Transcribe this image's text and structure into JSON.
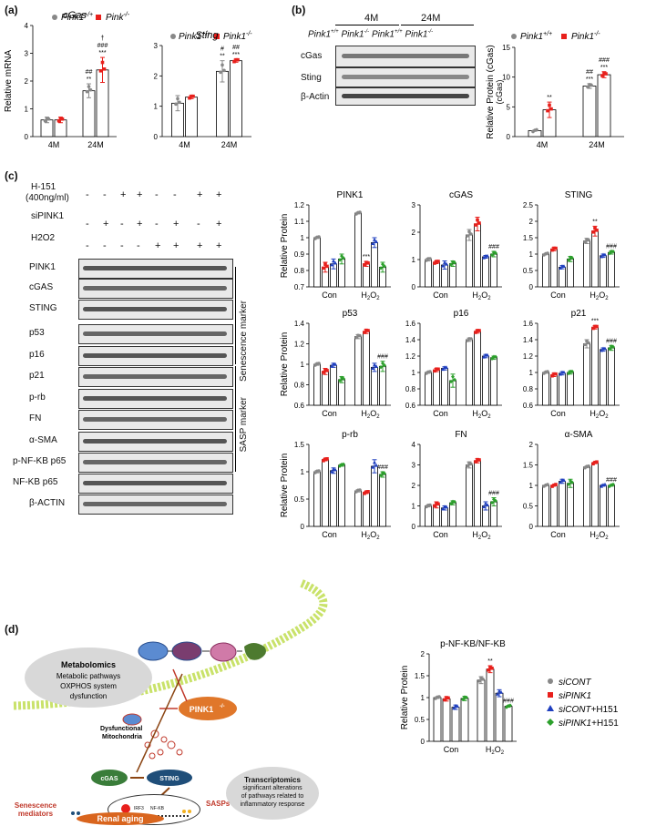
{
  "panels": {
    "a": "(a)",
    "b": "(b)",
    "c": "(c)",
    "d": "(d)"
  },
  "colors": {
    "grey": "#888888",
    "red": "#e8201c",
    "blue": "#1f3fbf",
    "green": "#2ca02c"
  },
  "panel_a": {
    "ylabel": "Relative mRNA",
    "legend_wt": "Pink1",
    "legend_wt_sup": "+/+",
    "legend_ko": "Pink",
    "legend_ko_sup": "-/-",
    "sting_legend_wt": "Pink1",
    "sting_legend_wt_sup": "+/+",
    "sting_legend_ko": "Pink1",
    "sting_legend_ko_sup": "-/-"
  },
  "panel_b": {
    "group_4m": "4M",
    "group_24m": "24M",
    "lane_labels": [
      "Pink1",
      "Pink1",
      "Pink1",
      "Pink1"
    ],
    "lane_sups": [
      "+/+",
      "-/-",
      "+/+",
      "-/-"
    ],
    "rows": [
      "cGas",
      "Sting",
      "β-Actin"
    ],
    "chart_ylabel": "Relative Protein",
    "chart_ylabel2": "(cGas)",
    "legend_wt": "Pink1",
    "legend_wt_sup": "+/+",
    "legend_ko": "Pink1",
    "legend_ko_sup": "-/-"
  },
  "panel_c_blot": {
    "treatments": [
      {
        "label": "H-151",
        "label2": "(400ng/ml)",
        "signs": [
          "-",
          "-",
          "+",
          "+",
          "-",
          "-",
          "+",
          "+"
        ]
      },
      {
        "label": "siPINK1",
        "signs": [
          "-",
          "+",
          "-",
          "+",
          "-",
          "+",
          "-",
          "+"
        ]
      },
      {
        "label": "H2O2",
        "signs": [
          "-",
          "-",
          "-",
          "-",
          "+",
          "+",
          "+",
          "+"
        ]
      }
    ],
    "rows": [
      "PINK1",
      "cGAS",
      "STING",
      "p53",
      "p16",
      "p21",
      "p-rb",
      "FN",
      "α-SMA",
      "p-NF-KB p65",
      "NF-KB p65",
      "β-ACTIN"
    ],
    "bracket_senescence": "Senescence marker",
    "bracket_sasp": "SASP marker"
  },
  "panel_c_ylabel": "Relative Protein",
  "legend_c": [
    {
      "name": "siCONT",
      "extra": ""
    },
    {
      "name": "siPINK1",
      "extra": ""
    },
    {
      "name": "siCONT",
      "extra": "+H151"
    },
    {
      "name": "siPINK1",
      "extra": "+H151"
    }
  ],
  "diagram": {
    "metabolomics_title": "Metabolomics",
    "metabolomics_lines": [
      "Metabolic pathways",
      "OXPHOS system",
      "dysfunction"
    ],
    "pink1": "PINK1",
    "pink1_sup": "-/-",
    "dysfunctional": [
      "Dysfunctional",
      "Mitochondria"
    ],
    "cgas": "cGAS",
    "sting": "STING",
    "irf3": "IRF3",
    "nfkb": "NF-KB",
    "transcriptomics_title": "Transcriptomics",
    "transcriptomics_lines": [
      "significant alterations",
      "of pathways related to",
      "inflammatory response"
    ],
    "senescence": [
      "Senescence",
      "mediators"
    ],
    "sasps": "SASPs",
    "renal": "Renal aging"
  },
  "chart_data": [
    {
      "id": "a_cgas",
      "type": "bar",
      "title": "cGas",
      "ylabel": "Relative mRNA",
      "categories": [
        "4M",
        "24M"
      ],
      "ylim": [
        0,
        4
      ],
      "yticks": [
        0,
        1,
        2,
        3,
        4
      ],
      "series": [
        {
          "color": "grey",
          "values": [
            0.6,
            1.65
          ],
          "errors": [
            0.1,
            0.25
          ]
        },
        {
          "color": "red",
          "values": [
            0.6,
            2.4
          ],
          "errors": [
            0.1,
            0.45
          ]
        }
      ],
      "annotations": [
        {
          "cat": 1,
          "series": 0,
          "lines": [
            "##",
            "**"
          ]
        },
        {
          "cat": 1,
          "series": 1,
          "lines": [
            "†",
            "###",
            "***"
          ]
        }
      ]
    },
    {
      "id": "a_sting",
      "type": "bar",
      "title": "Sting",
      "categories": [
        "4M",
        "24M"
      ],
      "ylim": [
        0,
        3
      ],
      "yticks": [
        0,
        1,
        2,
        3
      ],
      "series": [
        {
          "color": "grey",
          "values": [
            1.1,
            2.15
          ],
          "errors": [
            0.25,
            0.35
          ]
        },
        {
          "color": "red",
          "values": [
            1.3,
            2.5
          ],
          "errors": [
            0.05,
            0.05
          ]
        }
      ],
      "annotations": [
        {
          "cat": 1,
          "series": 0,
          "lines": [
            "#",
            "**"
          ]
        },
        {
          "cat": 1,
          "series": 1,
          "lines": [
            "##",
            "***"
          ]
        }
      ]
    },
    {
      "id": "b_cgas",
      "type": "bar",
      "ylabel": "Relative Protein (cGas)",
      "categories": [
        "4M",
        "24M"
      ],
      "ylim": [
        0,
        15
      ],
      "yticks": [
        0,
        5,
        10,
        15
      ],
      "series": [
        {
          "color": "grey",
          "values": [
            1.0,
            8.5
          ],
          "errors": [
            0.1,
            0.4
          ]
        },
        {
          "color": "red",
          "values": [
            4.5,
            10.4
          ],
          "errors": [
            1.3,
            0.5
          ]
        }
      ],
      "annotations": [
        {
          "cat": 0,
          "series": 1,
          "lines": [
            "**"
          ]
        },
        {
          "cat": 1,
          "series": 0,
          "lines": [
            "##",
            "***"
          ]
        },
        {
          "cat": 1,
          "series": 1,
          "lines": [
            "###",
            "***"
          ]
        }
      ]
    },
    {
      "id": "c_pink1",
      "type": "bar",
      "title": "PINK1",
      "ylabel": "Relative Protein",
      "categories": [
        "Con",
        "H2O2"
      ],
      "ylim": [
        0.7,
        1.2
      ],
      "yticks": [
        0.7,
        0.8,
        0.9,
        1.0,
        1.1,
        1.2
      ],
      "series": [
        {
          "name": "siCONT",
          "color": "grey",
          "values": [
            1.0,
            1.15
          ],
          "errors": [
            0.005,
            0.005
          ]
        },
        {
          "name": "siPINK1",
          "color": "red",
          "values": [
            0.82,
            0.84
          ],
          "errors": [
            0.03,
            0.015
          ]
        },
        {
          "name": "siCONT+H151",
          "color": "blue",
          "values": [
            0.84,
            0.97
          ],
          "errors": [
            0.03,
            0.03
          ]
        },
        {
          "name": "siPINK1+H151",
          "color": "green",
          "values": [
            0.87,
            0.82
          ],
          "errors": [
            0.03,
            0.03
          ]
        }
      ],
      "annotations": [
        {
          "cat": 1,
          "series": 1,
          "lines": [
            "***"
          ]
        }
      ]
    },
    {
      "id": "c_cgas",
      "type": "bar",
      "title": "cGAS",
      "categories": [
        "Con",
        "H2O2"
      ],
      "ylim": [
        0,
        3
      ],
      "yticks": [
        0,
        1,
        2,
        3
      ],
      "series": [
        {
          "color": "grey",
          "values": [
            1.0,
            1.9
          ],
          "errors": [
            0.05,
            0.2
          ]
        },
        {
          "color": "red",
          "values": [
            0.9,
            2.3
          ],
          "errors": [
            0.05,
            0.25
          ]
        },
        {
          "color": "blue",
          "values": [
            0.8,
            1.1
          ],
          "errors": [
            0.15,
            0.05
          ]
        },
        {
          "color": "green",
          "values": [
            0.85,
            1.2
          ],
          "errors": [
            0.1,
            0.1
          ]
        }
      ],
      "annotations": [
        {
          "cat": 1,
          "series": 3,
          "lines": [
            "###"
          ]
        }
      ]
    },
    {
      "id": "c_sting",
      "type": "bar",
      "title": "STING",
      "categories": [
        "Con",
        "H2O2"
      ],
      "ylim": [
        0,
        2.5
      ],
      "yticks": [
        0,
        0.5,
        1.0,
        1.5,
        2.0,
        2.5
      ],
      "series": [
        {
          "color": "grey",
          "values": [
            1.0,
            1.4
          ],
          "errors": [
            0.02,
            0.08
          ]
        },
        {
          "color": "red",
          "values": [
            1.15,
            1.7
          ],
          "errors": [
            0.05,
            0.15
          ]
        },
        {
          "color": "blue",
          "values": [
            0.6,
            0.95
          ],
          "errors": [
            0.05,
            0.05
          ]
        },
        {
          "color": "green",
          "values": [
            0.85,
            1.05
          ],
          "errors": [
            0.08,
            0.05
          ]
        }
      ],
      "annotations": [
        {
          "cat": 1,
          "series": 1,
          "lines": [
            "**"
          ]
        },
        {
          "cat": 1,
          "series": 3,
          "lines": [
            "###"
          ]
        }
      ]
    },
    {
      "id": "c_p53",
      "type": "bar",
      "title": "p53",
      "ylabel": "Relative Protein",
      "categories": [
        "Con",
        "H2O2"
      ],
      "ylim": [
        0.6,
        1.4
      ],
      "yticks": [
        0.6,
        0.8,
        1.0,
        1.2,
        1.4
      ],
      "series": [
        {
          "color": "grey",
          "values": [
            1.0,
            1.27
          ],
          "errors": [
            0.01,
            0.02
          ]
        },
        {
          "color": "red",
          "values": [
            0.93,
            1.32
          ],
          "errors": [
            0.03,
            0.02
          ]
        },
        {
          "color": "blue",
          "values": [
            0.99,
            0.97
          ],
          "errors": [
            0.02,
            0.04
          ]
        },
        {
          "color": "green",
          "values": [
            0.85,
            0.98
          ],
          "errors": [
            0.03,
            0.05
          ]
        }
      ],
      "annotations": [
        {
          "cat": 1,
          "series": 3,
          "lines": [
            "###"
          ]
        }
      ]
    },
    {
      "id": "c_p16",
      "type": "bar",
      "title": "p16",
      "categories": [
        "Con",
        "H2O2"
      ],
      "ylim": [
        0.6,
        1.6
      ],
      "yticks": [
        0.6,
        0.8,
        1.0,
        1.2,
        1.4,
        1.6
      ],
      "series": [
        {
          "color": "grey",
          "values": [
            1.0,
            1.4
          ],
          "errors": [
            0.01,
            0.02
          ]
        },
        {
          "color": "red",
          "values": [
            1.03,
            1.5
          ],
          "errors": [
            0.02,
            0.02
          ]
        },
        {
          "color": "blue",
          "values": [
            1.05,
            1.2
          ],
          "errors": [
            0.02,
            0.02
          ]
        },
        {
          "color": "green",
          "values": [
            0.9,
            1.18
          ],
          "errors": [
            0.08,
            0.02
          ]
        }
      ],
      "annotations": []
    },
    {
      "id": "c_p21",
      "type": "bar",
      "title": "p21",
      "categories": [
        "Con",
        "H2O2"
      ],
      "ylim": [
        0.6,
        1.6
      ],
      "yticks": [
        0.6,
        0.8,
        1.0,
        1.2,
        1.4,
        1.6
      ],
      "series": [
        {
          "color": "grey",
          "values": [
            1.0,
            1.35
          ],
          "errors": [
            0.01,
            0.05
          ]
        },
        {
          "color": "red",
          "values": [
            0.97,
            1.55
          ],
          "errors": [
            0.02,
            0.02
          ]
        },
        {
          "color": "blue",
          "values": [
            0.99,
            1.28
          ],
          "errors": [
            0.02,
            0.02
          ]
        },
        {
          "color": "green",
          "values": [
            1.0,
            1.3
          ],
          "errors": [
            0.02,
            0.03
          ]
        }
      ],
      "annotations": [
        {
          "cat": 1,
          "series": 1,
          "lines": [
            "***"
          ]
        },
        {
          "cat": 1,
          "series": 3,
          "lines": [
            "###"
          ]
        }
      ]
    },
    {
      "id": "c_prb",
      "type": "bar",
      "title": "p-rb",
      "ylabel": "Relative Protein",
      "categories": [
        "Con",
        "H2O2"
      ],
      "ylim": [
        0,
        1.5
      ],
      "yticks": [
        0,
        0.5,
        1.0,
        1.5
      ],
      "series": [
        {
          "color": "grey",
          "values": [
            1.0,
            0.65
          ],
          "errors": [
            0.02,
            0.02
          ]
        },
        {
          "color": "red",
          "values": [
            1.22,
            0.62
          ],
          "errors": [
            0.02,
            0.02
          ]
        },
        {
          "color": "blue",
          "values": [
            1.02,
            1.1
          ],
          "errors": [
            0.05,
            0.12
          ]
        },
        {
          "color": "green",
          "values": [
            1.12,
            0.95
          ],
          "errors": [
            0.02,
            0.05
          ]
        }
      ],
      "annotations": [
        {
          "cat": 1,
          "series": 3,
          "lines": [
            "###"
          ]
        }
      ]
    },
    {
      "id": "c_fn",
      "type": "bar",
      "title": "FN",
      "categories": [
        "Con",
        "H2O2"
      ],
      "ylim": [
        0,
        4
      ],
      "yticks": [
        0,
        1,
        2,
        3,
        4
      ],
      "series": [
        {
          "color": "grey",
          "values": [
            1.0,
            3.0
          ],
          "errors": [
            0.05,
            0.15
          ]
        },
        {
          "color": "red",
          "values": [
            1.05,
            3.2
          ],
          "errors": [
            0.15,
            0.1
          ]
        },
        {
          "color": "blue",
          "values": [
            0.9,
            1.0
          ],
          "errors": [
            0.1,
            0.2
          ]
        },
        {
          "color": "green",
          "values": [
            1.15,
            1.2
          ],
          "errors": [
            0.1,
            0.2
          ]
        }
      ],
      "annotations": [
        {
          "cat": 1,
          "series": 3,
          "lines": [
            "###"
          ]
        }
      ]
    },
    {
      "id": "c_asma",
      "type": "bar",
      "title": "α-SMA",
      "categories": [
        "Con",
        "H2O2"
      ],
      "ylim": [
        0,
        2.0
      ],
      "yticks": [
        0,
        0.5,
        1.0,
        1.5,
        2.0
      ],
      "series": [
        {
          "color": "grey",
          "values": [
            1.0,
            1.45
          ],
          "errors": [
            0.01,
            0.02
          ]
        },
        {
          "color": "red",
          "values": [
            1.0,
            1.55
          ],
          "errors": [
            0.01,
            0.02
          ]
        },
        {
          "color": "blue",
          "values": [
            1.1,
            1.0
          ],
          "errors": [
            0.05,
            0.02
          ]
        },
        {
          "color": "green",
          "values": [
            1.05,
            1.0
          ],
          "errors": [
            0.1,
            0.02
          ]
        }
      ],
      "annotations": [
        {
          "cat": 1,
          "series": 3,
          "lines": [
            "###"
          ]
        }
      ]
    },
    {
      "id": "c_pnfkb",
      "type": "bar",
      "title": "p-NF-KB/NF-KB",
      "ylabel": "Relative Protein",
      "categories": [
        "Con",
        "H2O2"
      ],
      "ylim": [
        0,
        2.0
      ],
      "yticks": [
        0,
        0.5,
        1.0,
        1.5,
        2.0
      ],
      "series": [
        {
          "color": "grey",
          "values": [
            1.0,
            1.4
          ],
          "errors": [
            0.02,
            0.08
          ]
        },
        {
          "color": "red",
          "values": [
            0.97,
            1.65
          ],
          "errors": [
            0.05,
            0.08
          ]
        },
        {
          "color": "blue",
          "values": [
            0.78,
            1.1
          ],
          "errors": [
            0.05,
            0.08
          ]
        },
        {
          "color": "green",
          "values": [
            0.98,
            0.8
          ],
          "errors": [
            0.05,
            0.02
          ]
        }
      ],
      "annotations": [
        {
          "cat": 1,
          "series": 1,
          "lines": [
            "**"
          ]
        },
        {
          "cat": 1,
          "series": 3,
          "lines": [
            "###"
          ]
        }
      ]
    }
  ]
}
